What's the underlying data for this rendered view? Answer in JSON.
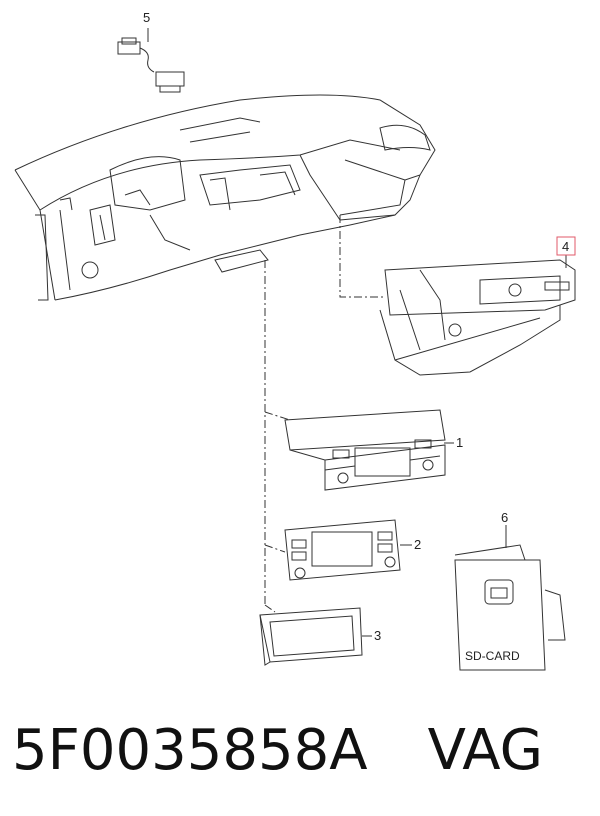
{
  "callouts": {
    "c1": "1",
    "c2": "2",
    "c3": "3",
    "c4": "4",
    "c5": "5",
    "c6": "6"
  },
  "sd_card_label": "SD-CARD",
  "footer": {
    "part_number": "5F0035858A",
    "brand": "VAG"
  },
  "colors": {
    "line": "#333333",
    "highlight": "#e05a6a"
  }
}
